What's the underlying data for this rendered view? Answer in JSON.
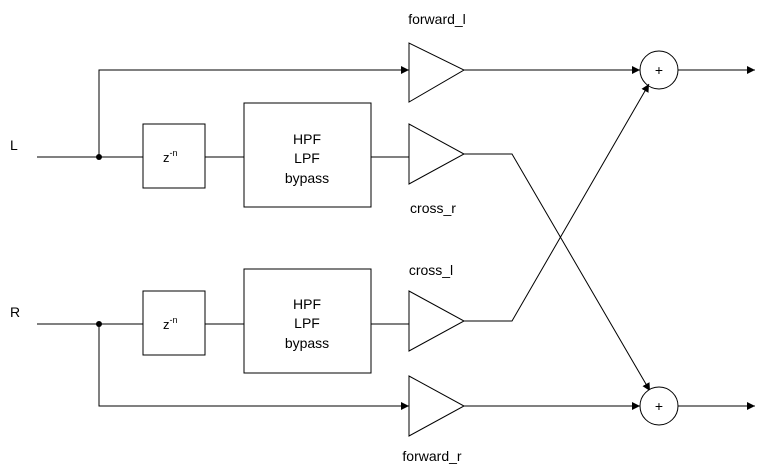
{
  "inputs": {
    "left": "L",
    "right": "R"
  },
  "delay": {
    "base": "z",
    "exponent": "-n"
  },
  "filter": {
    "line1": "HPF",
    "line2": "LPF",
    "line3": "bypass"
  },
  "gains": {
    "forward_l": "forward_l",
    "cross_r": "cross_r",
    "cross_l": "cross_l",
    "forward_r": "forward_r"
  },
  "summer": {
    "symbol": "+"
  }
}
